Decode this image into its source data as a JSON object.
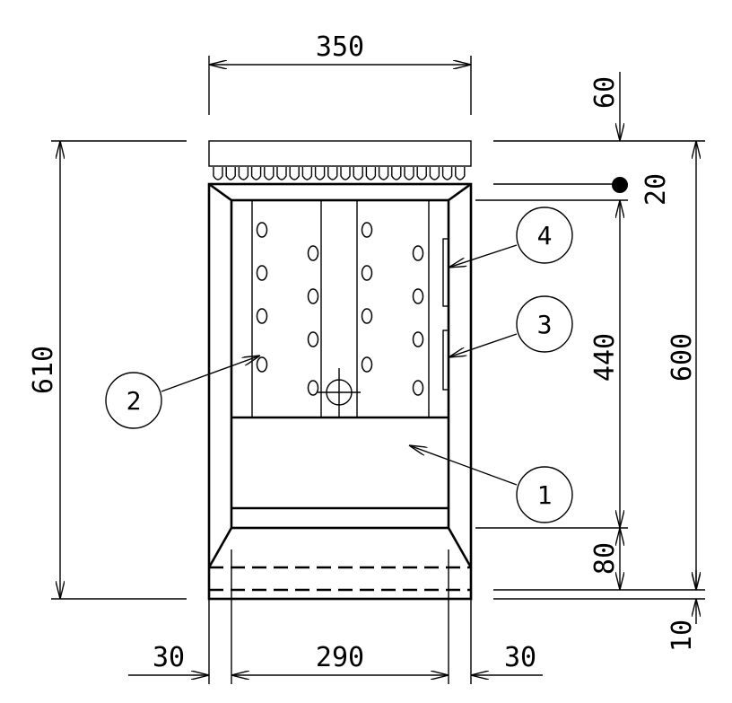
{
  "dimensions": {
    "overall_width": "350",
    "top_gap": "60",
    "shelf_gap": "20",
    "overall_height_left": "610",
    "overall_height_right": "600",
    "interior_height": "440",
    "drawer_height": "80",
    "base_gap": "10",
    "left_side": "30",
    "interior_width": "290",
    "right_side": "30"
  },
  "callouts": [
    "1",
    "2",
    "3",
    "4"
  ]
}
